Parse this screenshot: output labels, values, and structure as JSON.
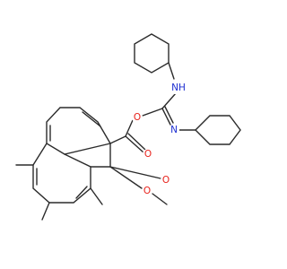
{
  "structure": {
    "colors": {
      "bond": "#2b2b2b",
      "oxygen": "#e8211a",
      "nitrogen": "#1e2fd1",
      "background": "#ffffff"
    },
    "labels": {
      "ester_carbonyl_o": "O",
      "ester_link_o": "O",
      "isourea_link_o": "O",
      "isourea_carbonyl_o": "O",
      "nh": "NH",
      "imine_n": "N"
    }
  }
}
